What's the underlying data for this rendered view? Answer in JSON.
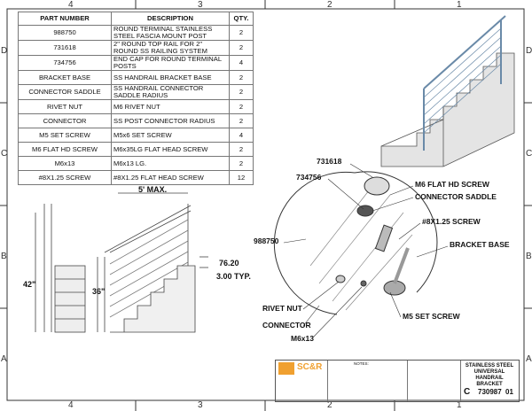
{
  "zones": {
    "columns": [
      "4",
      "3",
      "2",
      "1"
    ],
    "rows": [
      "D",
      "C",
      "B",
      "A"
    ]
  },
  "bom": {
    "headers": [
      "PART NUMBER",
      "DESCRIPTION",
      "QTY."
    ],
    "rows": [
      [
        "988750",
        "ROUND TERMINAL STAINLESS STEEL FASCIA MOUNT POST",
        "2"
      ],
      [
        "731618",
        "2\" ROUND TOP RAIL FOR 2\" ROUND SS RAILING SYSTEM",
        "2"
      ],
      [
        "734756",
        "END CAP FOR ROUND TERMINAL POSTS",
        "4"
      ],
      [
        "BRACKET BASE",
        "SS HANDRAIL BRACKET BASE",
        "2"
      ],
      [
        "CONNECTOR SADDLE",
        "SS HANDRAIL CONNECTOR SADDLE RADIUS",
        "2"
      ],
      [
        "RIVET NUT",
        "M6 RIVET NUT",
        "2"
      ],
      [
        "CONNECTOR",
        "SS POST CONNECTOR RADIUS",
        "2"
      ],
      [
        "M5 SET SCREW",
        "M5x6 SET SCREW",
        "4"
      ],
      [
        "M6 FLAT HD SCREW",
        "M6x35LG FLAT HEAD SCREW",
        "2"
      ],
      [
        "M6x13",
        "M6x13 LG.",
        "2"
      ],
      [
        "#8X1.25 SCREW",
        "#8X1.25 FLAT HEAD SCREW",
        "12"
      ]
    ]
  },
  "dimensions": {
    "max_span": "5' MAX.",
    "post_height": "42\"",
    "rail_height": "36\"",
    "spacing_mm": "76.20",
    "spacing_in": "3.00 TYP."
  },
  "callouts": {
    "top_rail": "731618",
    "end_cap": "734756",
    "flat_hd_screw": "M6 FLAT HD SCREW",
    "saddle": "CONNECTOR SADDLE",
    "screw8": "#8X1.25 SCREW",
    "post": "988750",
    "bracket_base": "BRACKET BASE",
    "rivet_nut": "RIVET NUT",
    "set_screw": "M5 SET SCREW",
    "connector": "CONNECTOR",
    "m6x13": "M6x13"
  },
  "title_block": {
    "logo": "SC&R",
    "notes_label": "NOTES:",
    "title": "STAINLESS STEEL UNIVERSAL HANDRAIL BRACKET",
    "size": "C",
    "dwg_no": "730987",
    "rev": "01"
  },
  "colors": {
    "logo_orange": "#f0a030",
    "line": "#222222"
  }
}
